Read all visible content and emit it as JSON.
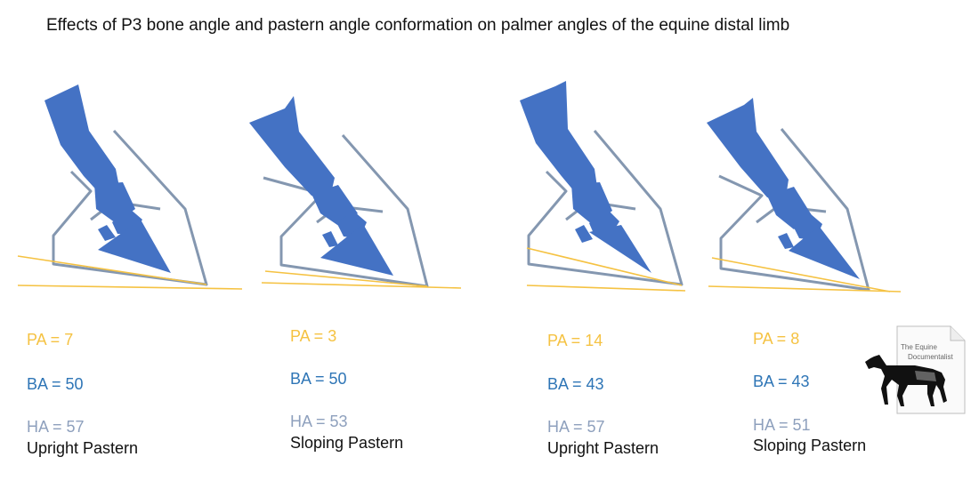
{
  "title": "Effects of P3 bone angle and pastern angle conformation on palmer angles of the equine distal limb",
  "colors": {
    "bone": "#4472c4",
    "outline": "#8497b0",
    "angle_lines": "#f5c242",
    "pa": "#f5c242",
    "ba": "#2e75b6",
    "ha": "#8ea0bd"
  },
  "panels": [
    {
      "pa": "PA = 7",
      "ba": "BA = 50",
      "ha": "HA = 57",
      "label": "Upright Pastern"
    },
    {
      "pa": "PA = 3",
      "ba": "BA = 50",
      "ha": "HA = 53",
      "label": "Sloping Pastern"
    },
    {
      "pa": "PA = 14",
      "ba": "BA = 43",
      "ha": "HA = 57",
      "label": "Upright Pastern"
    },
    {
      "pa": "PA = 8",
      "ba": "BA = 43",
      "ha": "HA = 51",
      "label": "Sloping Pastern"
    }
  ],
  "logo": {
    "line1": "The Equine",
    "line2": "Documentalist",
    "icon": "horse-icon"
  }
}
